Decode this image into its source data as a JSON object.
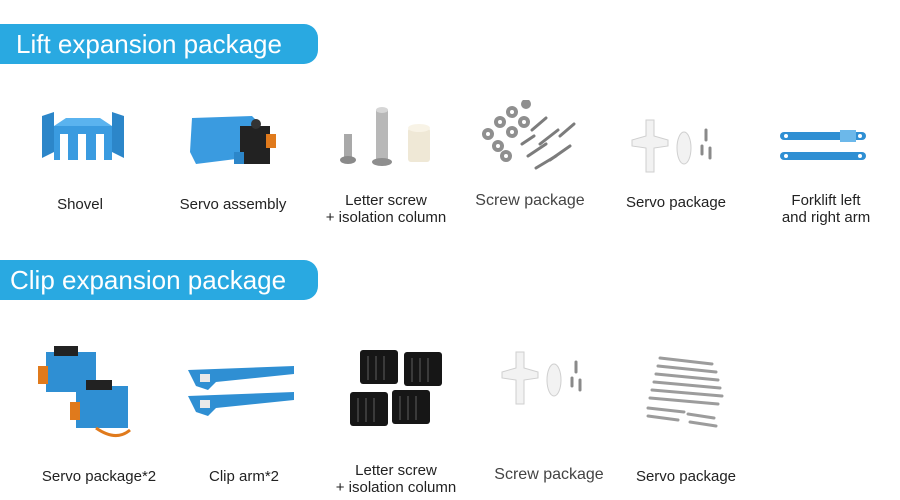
{
  "sections": [
    {
      "title": "Lift expansion package",
      "items": [
        {
          "label": "Shovel",
          "icon": "shovel-icon"
        },
        {
          "label": "Servo assembly",
          "icon": "servo-assembly-icon"
        },
        {
          "label": "Letter screw\n+ isolation column",
          "icon": "screw-column-icon"
        },
        {
          "label": "Screw package",
          "icon": "screw-pile-icon"
        },
        {
          "label": "Servo package",
          "icon": "servo-horns-icon"
        },
        {
          "label": "Forklift left\nand right arm",
          "icon": "forklift-arm-icon"
        }
      ]
    },
    {
      "title": "Clip expansion package",
      "items": [
        {
          "label": "Servo package*2",
          "icon": "servo-pair-icon"
        },
        {
          "label": "Clip arm*2",
          "icon": "clip-arm-icon"
        },
        {
          "label": "Letter screw\n+ isolation column",
          "icon": "rubber-blocks-icon"
        },
        {
          "label": "Screw package",
          "icon": "servo-horns-icon"
        },
        {
          "label": "Servo package",
          "icon": "long-screws-icon"
        }
      ]
    }
  ],
  "colors": {
    "accent": "#29a9e1",
    "aluminum": "#2f8fd3"
  }
}
